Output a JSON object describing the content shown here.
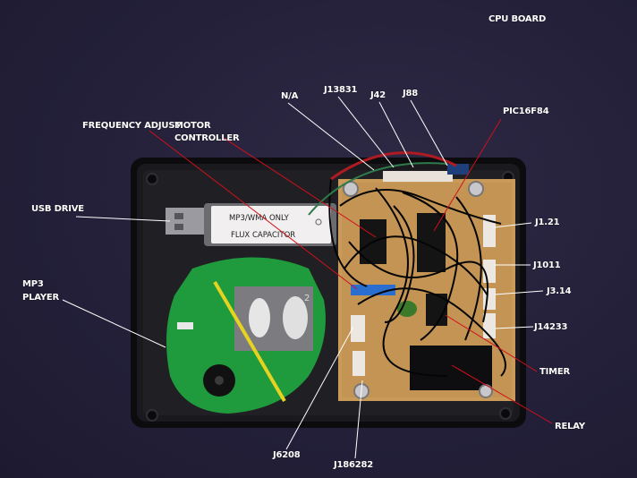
{
  "image": {
    "description": "Top-down photo of an opened black project enclosure containing an MP3 player board, a USB drive and a hand-wired perfboard CPU board, annotated with white and red callout labels",
    "usb_drive_text": [
      "MP3/WMA ONLY",
      "FLUX CAPACITOR"
    ],
    "mp3_board_mark": "2"
  },
  "labels": {
    "cpu_board": "CPU BOARD",
    "na": "N/A",
    "j13831": "J13831",
    "j42": "J42",
    "j88": "J88",
    "pic": "PIC16F84",
    "frequency_adjust": "FREQUENCY ADJUST",
    "motor_controller_1": "MOTOR",
    "motor_controller_2": "CONTROLLER",
    "usb_drive": "USB DRIVE",
    "mp3_player_1": "MP3",
    "mp3_player_2": "PLAYER",
    "j121": "J1.21",
    "j1011": "J1011",
    "j314": "J3.14",
    "j14233": "J14233",
    "timer": "TIMER",
    "relay": "RELAY",
    "j6208": "J6208",
    "j186282": "J186282"
  },
  "colors": {
    "background": "#26223a",
    "enclosure": "#141416",
    "pcb_green": "#1f9a3c",
    "perfboard": "#c99a58",
    "callout_white": "#ffffff",
    "callout_red": "#d0101a"
  }
}
